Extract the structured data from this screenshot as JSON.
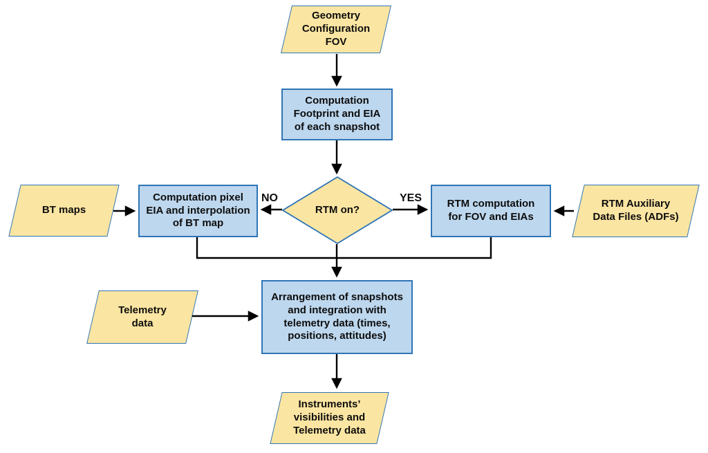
{
  "diagram": {
    "nodes": {
      "geometry_fov": {
        "shape": "parallelogram",
        "label": "Geometry\nConfiguration\nFOV"
      },
      "computation_footprint": {
        "shape": "rectangle",
        "label": "Computation\nFootprint and EIA\nof each snapshot"
      },
      "rtm_on": {
        "shape": "diamond",
        "label": "RTM on?"
      },
      "bt_maps": {
        "shape": "parallelogram",
        "label": "BT maps"
      },
      "computation_pixel": {
        "shape": "rectangle",
        "label": "Computation pixel\nEIA and interpolation\nof BT map"
      },
      "rtm_computation": {
        "shape": "rectangle",
        "label": "RTM computation\nfor FOV and EIAs"
      },
      "rtm_adfs": {
        "shape": "parallelogram",
        "label": "RTM Auxiliary\nData Files (ADFs)"
      },
      "telemetry": {
        "shape": "parallelogram",
        "label": "Telemetry\ndata"
      },
      "arrangement": {
        "shape": "rectangle",
        "label": "Arrangement of snapshots\nand integration with\ntelemetry data (times,\npositions, attitudes)"
      },
      "output": {
        "shape": "parallelogram",
        "label": "Instruments’\nvisibilities and\nTelemetry data"
      }
    },
    "branch_labels": {
      "no": "NO",
      "yes": "YES"
    },
    "colors": {
      "process_fill": "#BDD7EE",
      "io_fill": "#FBE5A2",
      "border": "#2E75B6",
      "arrow": "#000000",
      "text": "#0d0d0d"
    }
  }
}
